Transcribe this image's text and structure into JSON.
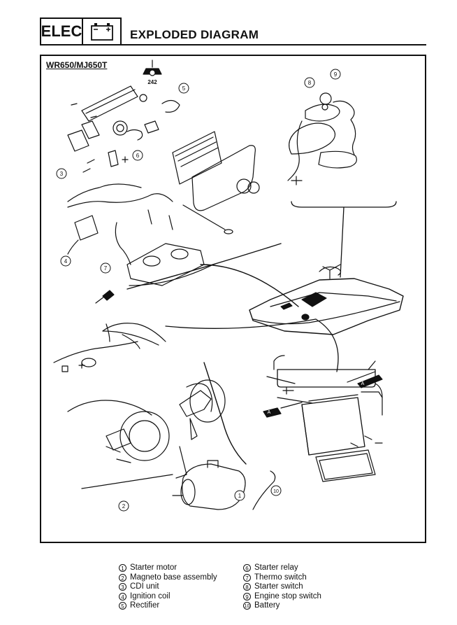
{
  "header": {
    "section_tab": "ELEC",
    "title": "EXPLODED DIAGRAM"
  },
  "model": "WR650/MJ650T",
  "tool_symbol_number": "242",
  "torque_marker_label": "A",
  "callouts": [
    "1",
    "2",
    "3",
    "4",
    "5",
    "6",
    "7",
    "8",
    "9",
    "10"
  ],
  "legend": [
    {
      "num": "1",
      "label": "Starter motor"
    },
    {
      "num": "2",
      "label": "Magneto base assembly"
    },
    {
      "num": "3",
      "label": "CDI unit"
    },
    {
      "num": "4",
      "label": "Ignition coil"
    },
    {
      "num": "5",
      "label": "Rectifier"
    },
    {
      "num": "6",
      "label": "Starter relay"
    },
    {
      "num": "7",
      "label": "Thermo switch"
    },
    {
      "num": "8",
      "label": "Starter switch"
    },
    {
      "num": "9",
      "label": "Engine stop switch"
    },
    {
      "num": "10",
      "label": "Battery"
    }
  ]
}
